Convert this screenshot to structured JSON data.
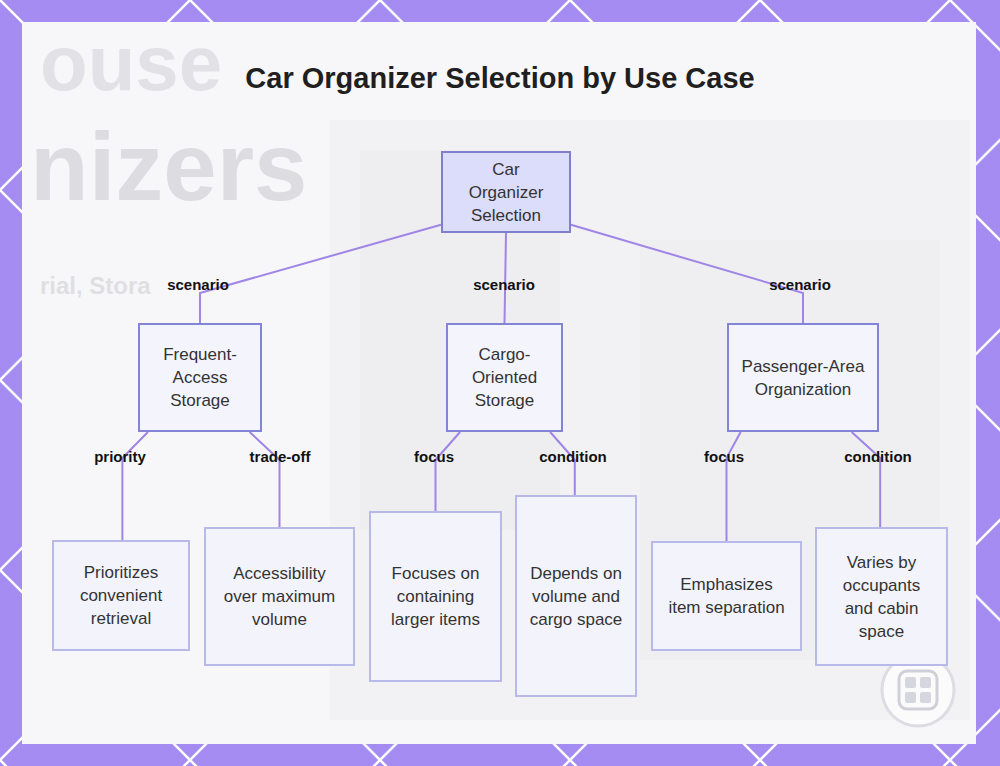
{
  "diagram": {
    "title": "Car Organizer Selection by Use Case",
    "nodes": [
      {
        "text": [
          "Car Organizer Selection"
        ]
      },
      {
        "text": [
          "Frequent-Access Storage"
        ]
      },
      {
        "text": [
          "Cargo-Oriented Storage"
        ]
      },
      {
        "text": [
          "Passenger-Area Organization"
        ]
      },
      {
        "text": [
          "Prioritizes convenient retrieval"
        ]
      },
      {
        "text": [
          "Accessibility over maximum volume"
        ]
      },
      {
        "text": [
          "Focuses on containing larger items"
        ]
      },
      {
        "text": [
          "Depends on volume and cargo space"
        ]
      },
      {
        "text": [
          "Emphasizes item separation"
        ]
      },
      {
        "text": [
          "Varies by occupants and cabin space"
        ]
      }
    ],
    "edges": [
      {
        "from": 0,
        "to": 1,
        "arrow": "none",
        "label": "scenario"
      },
      {
        "from": 0,
        "to": 2,
        "arrow": "none",
        "label": "scenario"
      },
      {
        "from": 0,
        "to": 3,
        "arrow": "none",
        "label": "scenario"
      },
      {
        "from": 1,
        "to": 4,
        "arrow": "none",
        "label": "priority"
      },
      {
        "from": 1,
        "to": 5,
        "arrow": "none",
        "label": "trade-off"
      },
      {
        "from": 2,
        "to": 6,
        "arrow": "none",
        "label": "focus"
      },
      {
        "from": 2,
        "to": 7,
        "arrow": "none",
        "label": "condition"
      },
      {
        "from": 3,
        "to": 8,
        "arrow": "none",
        "label": "focus"
      },
      {
        "from": 3,
        "to": 9,
        "arrow": "none",
        "label": "condition"
      }
    ],
    "labels": [
      "ouse",
      "nizers",
      "rial, Stora"
    ]
  }
}
